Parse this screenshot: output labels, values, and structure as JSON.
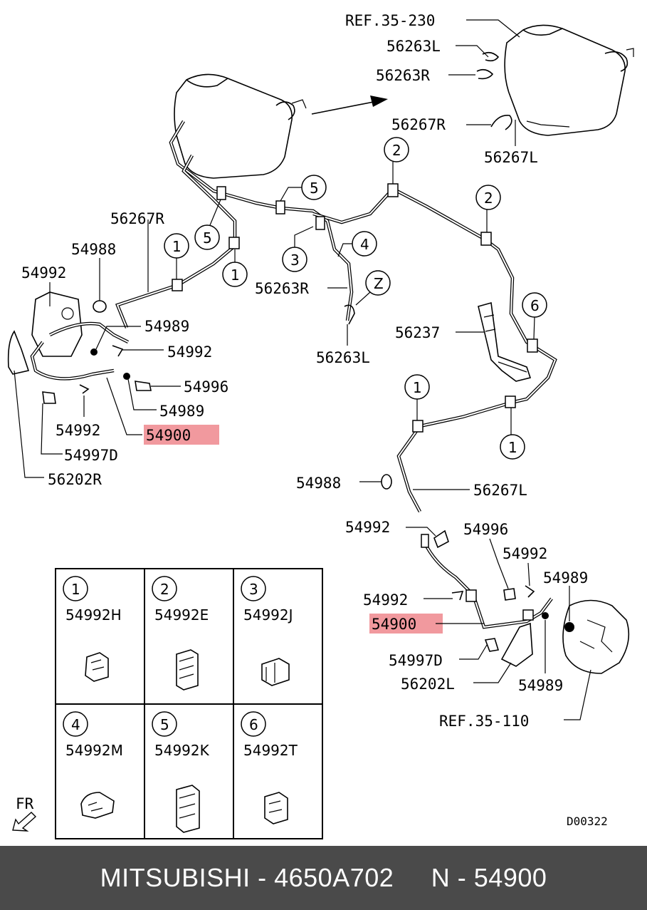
{
  "diagram": {
    "callouts": {
      "ref_35_230": "REF.35-230",
      "p56263L_top": "56263L",
      "p56263R_top": "56263R",
      "p56267R_top": "56267R",
      "p56267L_top": "56267L",
      "p56267R_left": "56267R",
      "p54988_left": "54988",
      "p54992_left1": "54992",
      "p54989_left1": "54989",
      "p54992_left2": "54992",
      "p54996_left": "54996",
      "p54989_left2": "54989",
      "p54992_left3": "54992",
      "p54900_left": "54900",
      "p54997D_left": "54997D",
      "p56202R_left": "56202R",
      "p56263R_mid": "56263R",
      "p56263L_mid": "56263L",
      "p56237": "56237",
      "p54988_right": "54988",
      "p56267L_right": "56267L",
      "p54992_right1": "54992",
      "p54996_right": "54996",
      "p54992_right2": "54992",
      "p54989_right1": "54989",
      "p54992_right3": "54992",
      "p54900_right": "54900",
      "p54997D_right": "54997D",
      "p56202L_right": "56202L",
      "p54989_right2": "54989",
      "ref_35_110": "REF.35-110"
    },
    "clip_markers": {
      "m2_a": "2",
      "m2_b": "2",
      "m5_a": "5",
      "m5_b": "5",
      "m1_a": "1",
      "m1_b": "1",
      "m3": "3",
      "m4": "4",
      "mz": "Z",
      "m6": "6",
      "m1_c": "1",
      "m1_d": "1"
    },
    "legend": [
      {
        "num": "1",
        "code": "54992H"
      },
      {
        "num": "2",
        "code": "54992E"
      },
      {
        "num": "3",
        "code": "54992J"
      },
      {
        "num": "4",
        "code": "54992M"
      },
      {
        "num": "5",
        "code": "54992K"
      },
      {
        "num": "6",
        "code": "54992T"
      }
    ],
    "front_marker": "FR",
    "diagram_code": "D00322",
    "highlight_color": "#ee7f86"
  },
  "footer": {
    "text": "MITSUBISHI - 4650A702     N - 54900"
  }
}
